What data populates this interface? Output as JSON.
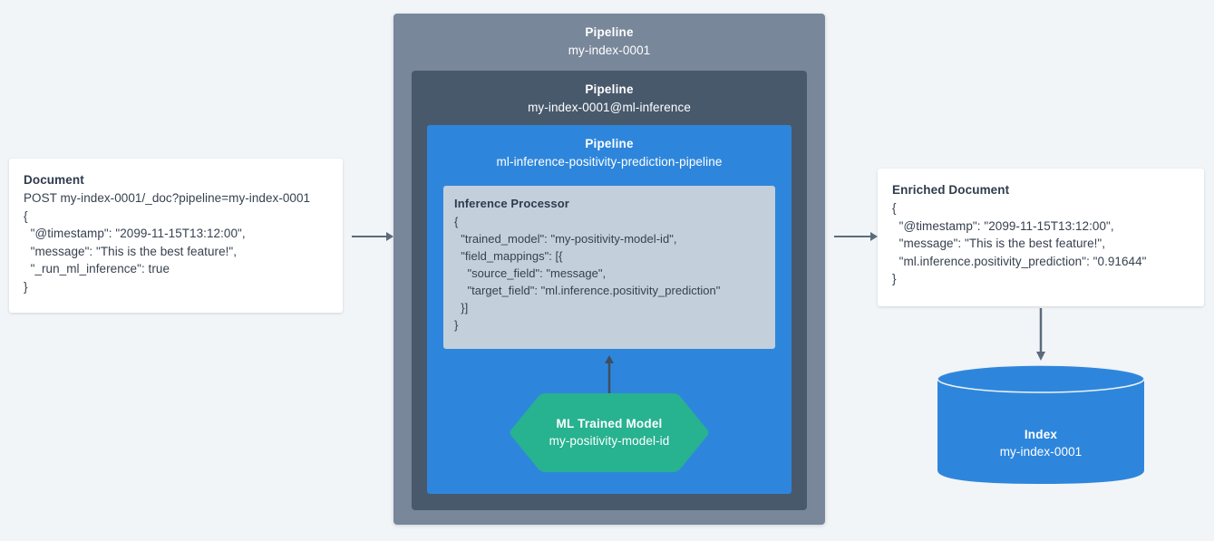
{
  "diagram": {
    "title": "Elasticsearch ML inference ingest pipeline flow",
    "background_color": "#f2f5f7",
    "colors": {
      "pipeline_outer": "#78879a",
      "pipeline_mid": "#48596b",
      "pipeline_inner": "#2e86dc",
      "processor_panel": "#c3d0dc",
      "ml_model": "#27b290",
      "index_cylinder": "#2e86dc",
      "arrow": "#5b6b7c",
      "card_background": "#ffffff",
      "text_dark": "#2f3b4c"
    }
  },
  "document_card": {
    "title": "Document",
    "lines": [
      "POST my-index-0001/_doc?pipeline=my-index-0001",
      "{",
      "  \"@timestamp\": \"2099-11-15T13:12:00\",",
      "  \"message\": \"This is the best feature!\",",
      "  \"_run_ml_inference\": true",
      "}"
    ]
  },
  "pipeline_outer": {
    "kind": "Pipeline",
    "name": "my-index-0001"
  },
  "pipeline_mid": {
    "kind": "Pipeline",
    "name": "my-index-0001@ml-inference"
  },
  "pipeline_inner": {
    "kind": "Pipeline",
    "name": "ml-inference-positivity-prediction-pipeline"
  },
  "inference_processor": {
    "title": "Inference Processor",
    "lines": [
      "{",
      "  \"trained_model\": \"my-positivity-model-id\",",
      "  \"field_mappings\": [{",
      "    \"source_field\": \"message\",",
      "    \"target_field\": \"ml.inference.positivity_prediction\"",
      "  }]",
      "}"
    ]
  },
  "ml_model": {
    "kind": "ML Trained Model",
    "name": "my-positivity-model-id"
  },
  "enriched_document_card": {
    "title": "Enriched Document",
    "lines": [
      "{",
      "  \"@timestamp\": \"2099-11-15T13:12:00\",",
      "  \"message\": \"This is the best feature!\",",
      "  \"ml.inference.positivity_prediction\": \"0.91644\"",
      "}"
    ]
  },
  "index": {
    "kind": "Index",
    "name": "my-index-0001"
  },
  "arrows": [
    {
      "id": "document-to-pipeline",
      "direction": "right"
    },
    {
      "id": "model-to-processor",
      "direction": "up"
    },
    {
      "id": "pipeline-to-enriched-document",
      "direction": "right"
    },
    {
      "id": "enriched-document-to-index",
      "direction": "down"
    }
  ]
}
